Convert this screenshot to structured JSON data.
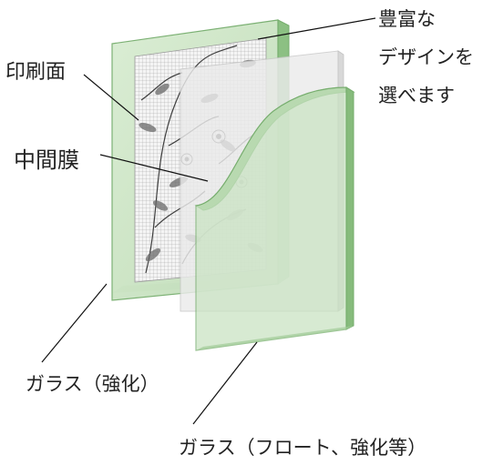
{
  "labels": {
    "print_surface": "印刷面",
    "interlayer": "中間膜",
    "design_line1": "豊富な",
    "design_line2": "デザインを",
    "design_line3": "選べます",
    "glass_tempered": "ガラス（強化）",
    "glass_float": "ガラス（フロート、強化等）"
  },
  "colors": {
    "glass_fill": "#cfe6c8",
    "glass_edge": "#8cc083",
    "glass_edge_dark": "#76ad6d",
    "interlayer_fill": "#eeeeee",
    "interlayer_edge": "#cccccc",
    "pattern_ink": "#444444"
  }
}
